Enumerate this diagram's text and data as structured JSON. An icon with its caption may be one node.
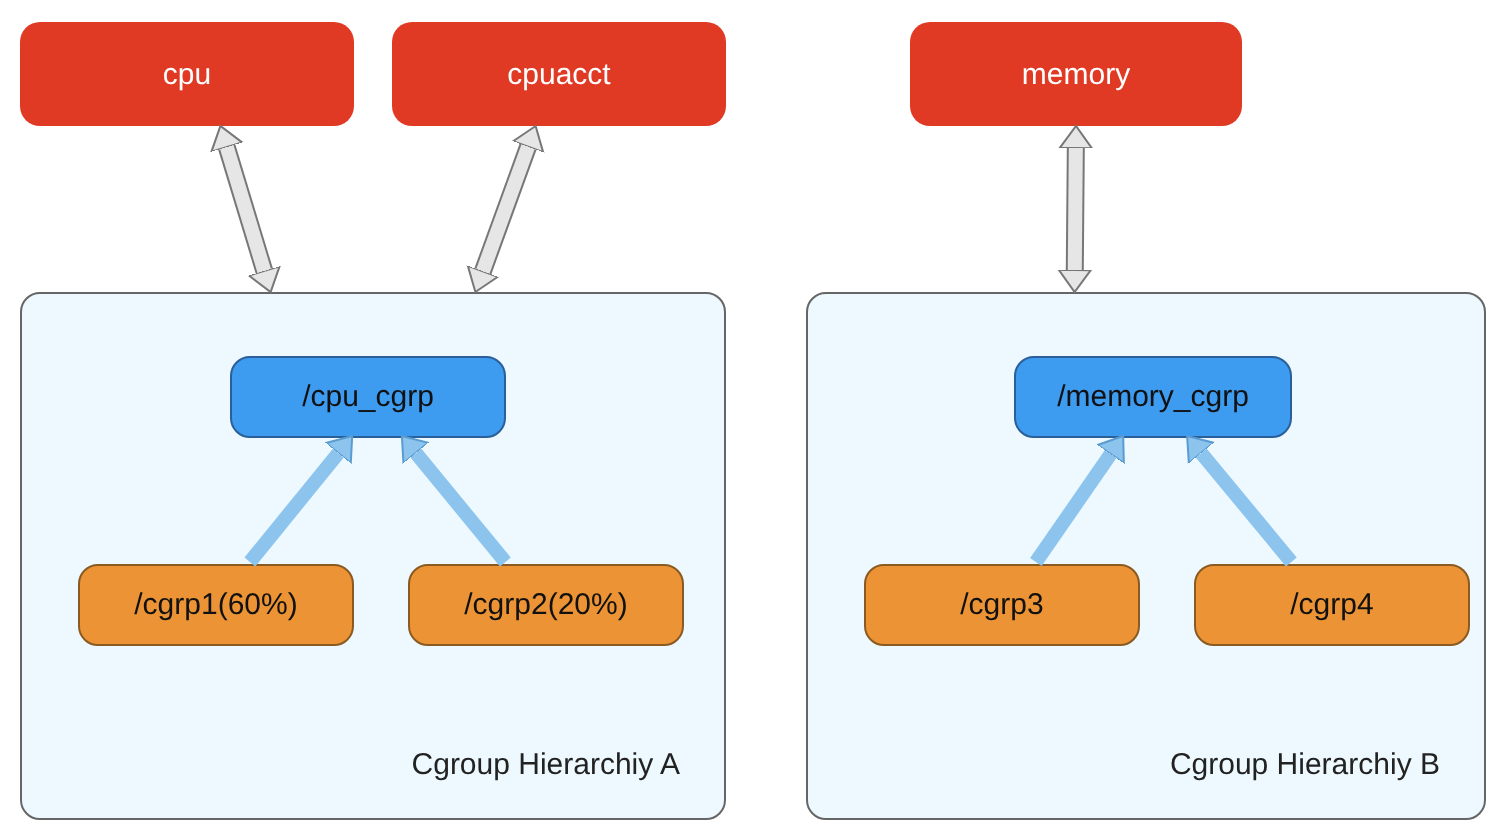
{
  "diagram": {
    "nodes": [
      {
        "text": [
          "cpu"
        ]
      },
      {
        "text": [
          "cpuacct"
        ]
      },
      {
        "text": [
          "memory"
        ]
      },
      {
        "text": [
          "Cgroup Hierarchiy A"
        ]
      },
      {
        "text": [
          "/cpu_cgrp"
        ],
        "in": 3
      },
      {
        "text": [
          "/cgrp1(60%)"
        ],
        "in": 3
      },
      {
        "text": [
          "/cgrp2(20%)"
        ],
        "in": 3
      },
      {
        "text": [
          "Cgroup Hierarchiy B"
        ]
      },
      {
        "text": [
          "/memory_cgrp"
        ],
        "in": 7
      },
      {
        "text": [
          "/cgrp3"
        ],
        "in": 7
      },
      {
        "text": [
          "/cgrp4"
        ],
        "in": 7
      }
    ],
    "edges": [
      {
        "from": 0,
        "to": 3,
        "arrow": "both",
        "color": "#e6e6e6"
      },
      {
        "from": 1,
        "to": 3,
        "arrow": "both",
        "color": "#e6e6e6"
      },
      {
        "from": 2,
        "to": 7,
        "arrow": "both",
        "color": "#e6e6e6"
      },
      {
        "from": 5,
        "to": 4,
        "arrow": "to"
      },
      {
        "from": 6,
        "to": 4,
        "arrow": "to"
      },
      {
        "from": 9,
        "to": 8,
        "arrow": "to"
      },
      {
        "from": 10,
        "to": 8,
        "arrow": "to"
      }
    ]
  }
}
